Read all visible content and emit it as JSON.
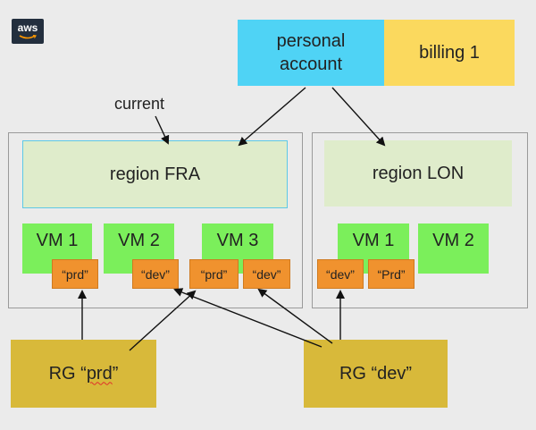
{
  "logo": {
    "text": "aws"
  },
  "account": {
    "line1": "personal",
    "line2": "account"
  },
  "billing": {
    "label": "billing 1"
  },
  "current_label": "current",
  "regions": {
    "fra": {
      "label": "region FRA"
    },
    "lon": {
      "label": "region LON"
    }
  },
  "vms": {
    "fra_vm1": "VM 1",
    "fra_vm2": "VM 2",
    "fra_vm3": "VM 3",
    "lon_vm1": "VM 1",
    "lon_vm2": "VM 2"
  },
  "tags": {
    "fra_vm1_prd": "“prd”",
    "fra_vm2_dev": "“dev”",
    "fra_vm3_prd": "“prd”",
    "fra_vm3_dev": "“dev”",
    "lon_vm1_dev": "“dev”",
    "lon_vm1_prd": "“Prd”"
  },
  "resource_groups": {
    "prd": {
      "prefix": "RG “",
      "word": "prd",
      "suffix": "”"
    },
    "dev": {
      "label": "RG “dev”"
    }
  },
  "colors": {
    "account": "#4fd3f5",
    "billing": "#fbd95e",
    "region": "#dfeccb",
    "vm": "#7bef5b",
    "tag": "#f0922e",
    "resource_group": "#d8b93a"
  }
}
